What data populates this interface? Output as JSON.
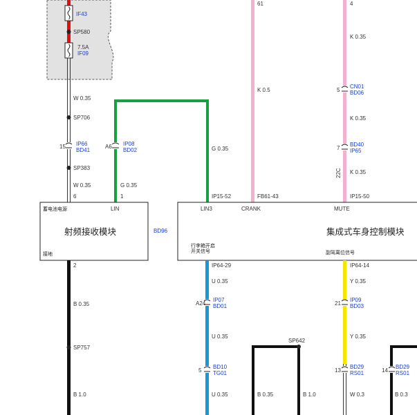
{
  "colors": {
    "red": "#e01010",
    "green": "#17a040",
    "pink": "#f2b2cf",
    "blue": "#1896d6",
    "yellow": "#f5e600",
    "black": "#111111",
    "link": "#1a3fd0",
    "fuse_area": "#e2e2e2"
  },
  "fuses": {
    "f1": {
      "id": "IF43"
    },
    "f2": {
      "rating": "7.5A",
      "id": "IF09"
    }
  },
  "splices": {
    "sp580": "SP580",
    "sp706": "SP706",
    "sp383": "SP383",
    "sp757": "SP757",
    "sp642": "SP642"
  },
  "wires": {
    "w1": "W 0.35",
    "w2": "W 0.35",
    "g1": "G 0.35",
    "g2": "G 0.35",
    "k05": "K 0.5",
    "k1": "K 0.35",
    "k2": "K 0.35",
    "k3": "K 0.35",
    "u1": "U 0.35",
    "u2": "U 0.35",
    "u3": "U 0.35",
    "y1": "Y 0.35",
    "y2": "Y 0.35",
    "b1": "B 0.35",
    "b2": "B 1.0",
    "b3": "B 0.35",
    "b4": "B 1.0",
    "w03": "W 0.3",
    "b03": "B 0.3"
  },
  "top_pins": {
    "p61": "61",
    "p4": "4"
  },
  "connectors": {
    "c1": {
      "pin": "15",
      "a": "IP66",
      "b": "BD41"
    },
    "c2": {
      "pin": "A6",
      "a": "IP08",
      "b": "BD02"
    },
    "c3": {
      "pin": "5",
      "a": "CN01",
      "b": "BD06"
    },
    "c4": {
      "pin": "7",
      "a": "BD40",
      "b": "IP65"
    },
    "c5": {
      "pin": "22C"
    },
    "c6": {
      "pin": "A24",
      "a": "IP07",
      "b": "BD01"
    },
    "c7": {
      "pin": "21",
      "a": "IP09",
      "b": "BD03"
    },
    "c8": {
      "pin": "5",
      "a": "BD10",
      "b": "TG01"
    },
    "c9": {
      "pin": "13",
      "a": "BD29",
      "b": "RS01"
    },
    "c10": {
      "pin": "14",
      "a": "BD29",
      "b": "RS01"
    }
  },
  "rf_module": {
    "pin6": "6",
    "pin1": "1",
    "pin2": "2",
    "label_battery": "蓄电池电源",
    "label_lin": "LIN",
    "title": "射频接收模块",
    "code": "BD96",
    "label_ground": "接地"
  },
  "bcm": {
    "conn_ip1552": "IP15-52",
    "conn_fb6143": "FB61-43",
    "conn_ip1550": "IP15-50",
    "label_lin3": "LIN3",
    "label_crank": "CRANK",
    "label_mute": "MUTE",
    "title": "集成式车身控制模块",
    "label_trunk_line1": "行李箱开启",
    "label_trunk_line2": "开关信号",
    "label_passenger": "副驾离位信号",
    "conn_ip6429": "IP64-29",
    "conn_ip6414": "IP64-14"
  }
}
